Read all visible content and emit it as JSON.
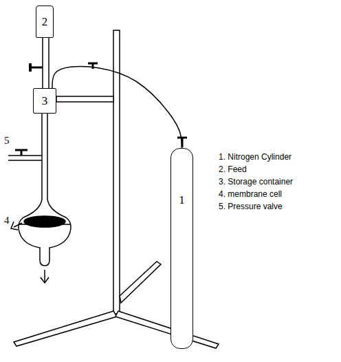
{
  "diagram": {
    "nodes": [
      {
        "text": [
          "2"
        ]
      },
      {
        "text": [
          "3"
        ]
      },
      {
        "text": [
          "1"
        ]
      }
    ],
    "edges": [
      {
        "from": 0,
        "to": 1,
        "arrow": "none"
      },
      {
        "from": 2,
        "to": 1,
        "arrow": "none"
      }
    ],
    "labels": [
      "4",
      "5",
      "1. Nitrogen Cylinder",
      "2. Feed",
      "3. Storage container",
      "4. membrane cell",
      "5. Pressure valve"
    ]
  }
}
